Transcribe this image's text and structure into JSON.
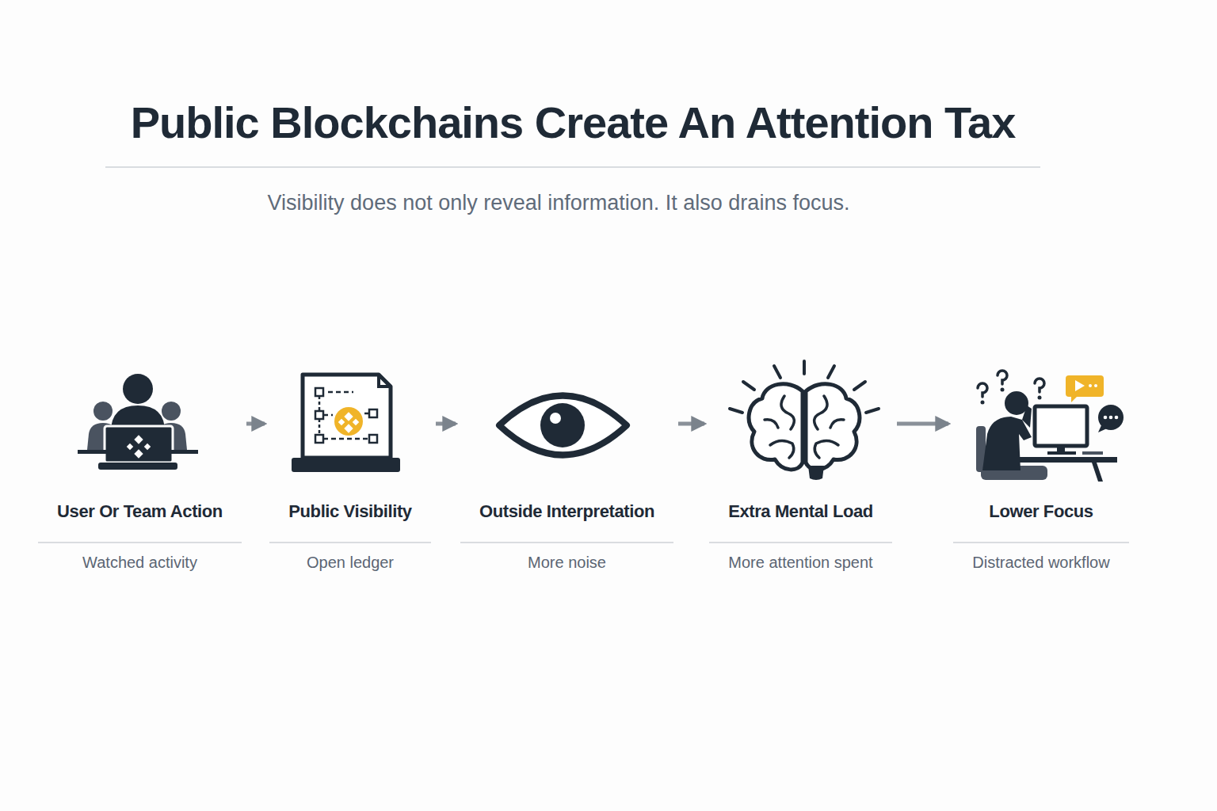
{
  "diagram": {
    "title": "Public Blockchains Create An Attention Tax",
    "nodes": [
      {
        "text": [
          "User Or Team Action",
          "Watched activity"
        ]
      },
      {
        "text": [
          "Public Visibility",
          "Open ledger"
        ]
      },
      {
        "text": [
          "Outside Interpretation",
          "More noise"
        ]
      },
      {
        "text": [
          "Extra Mental Load",
          "More attention spent"
        ]
      },
      {
        "text": [
          "Lower Focus",
          "Distracted workflow"
        ]
      }
    ],
    "edges": [
      {
        "from": 0,
        "to": 1,
        "arrow": "to"
      },
      {
        "from": 1,
        "to": 2,
        "arrow": "to"
      },
      {
        "from": 2,
        "to": 3,
        "arrow": "to"
      },
      {
        "from": 3,
        "to": 4,
        "arrow": "to"
      }
    ],
    "labels": [
      "Visibility does not only reveal information. It also drains focus."
    ]
  }
}
